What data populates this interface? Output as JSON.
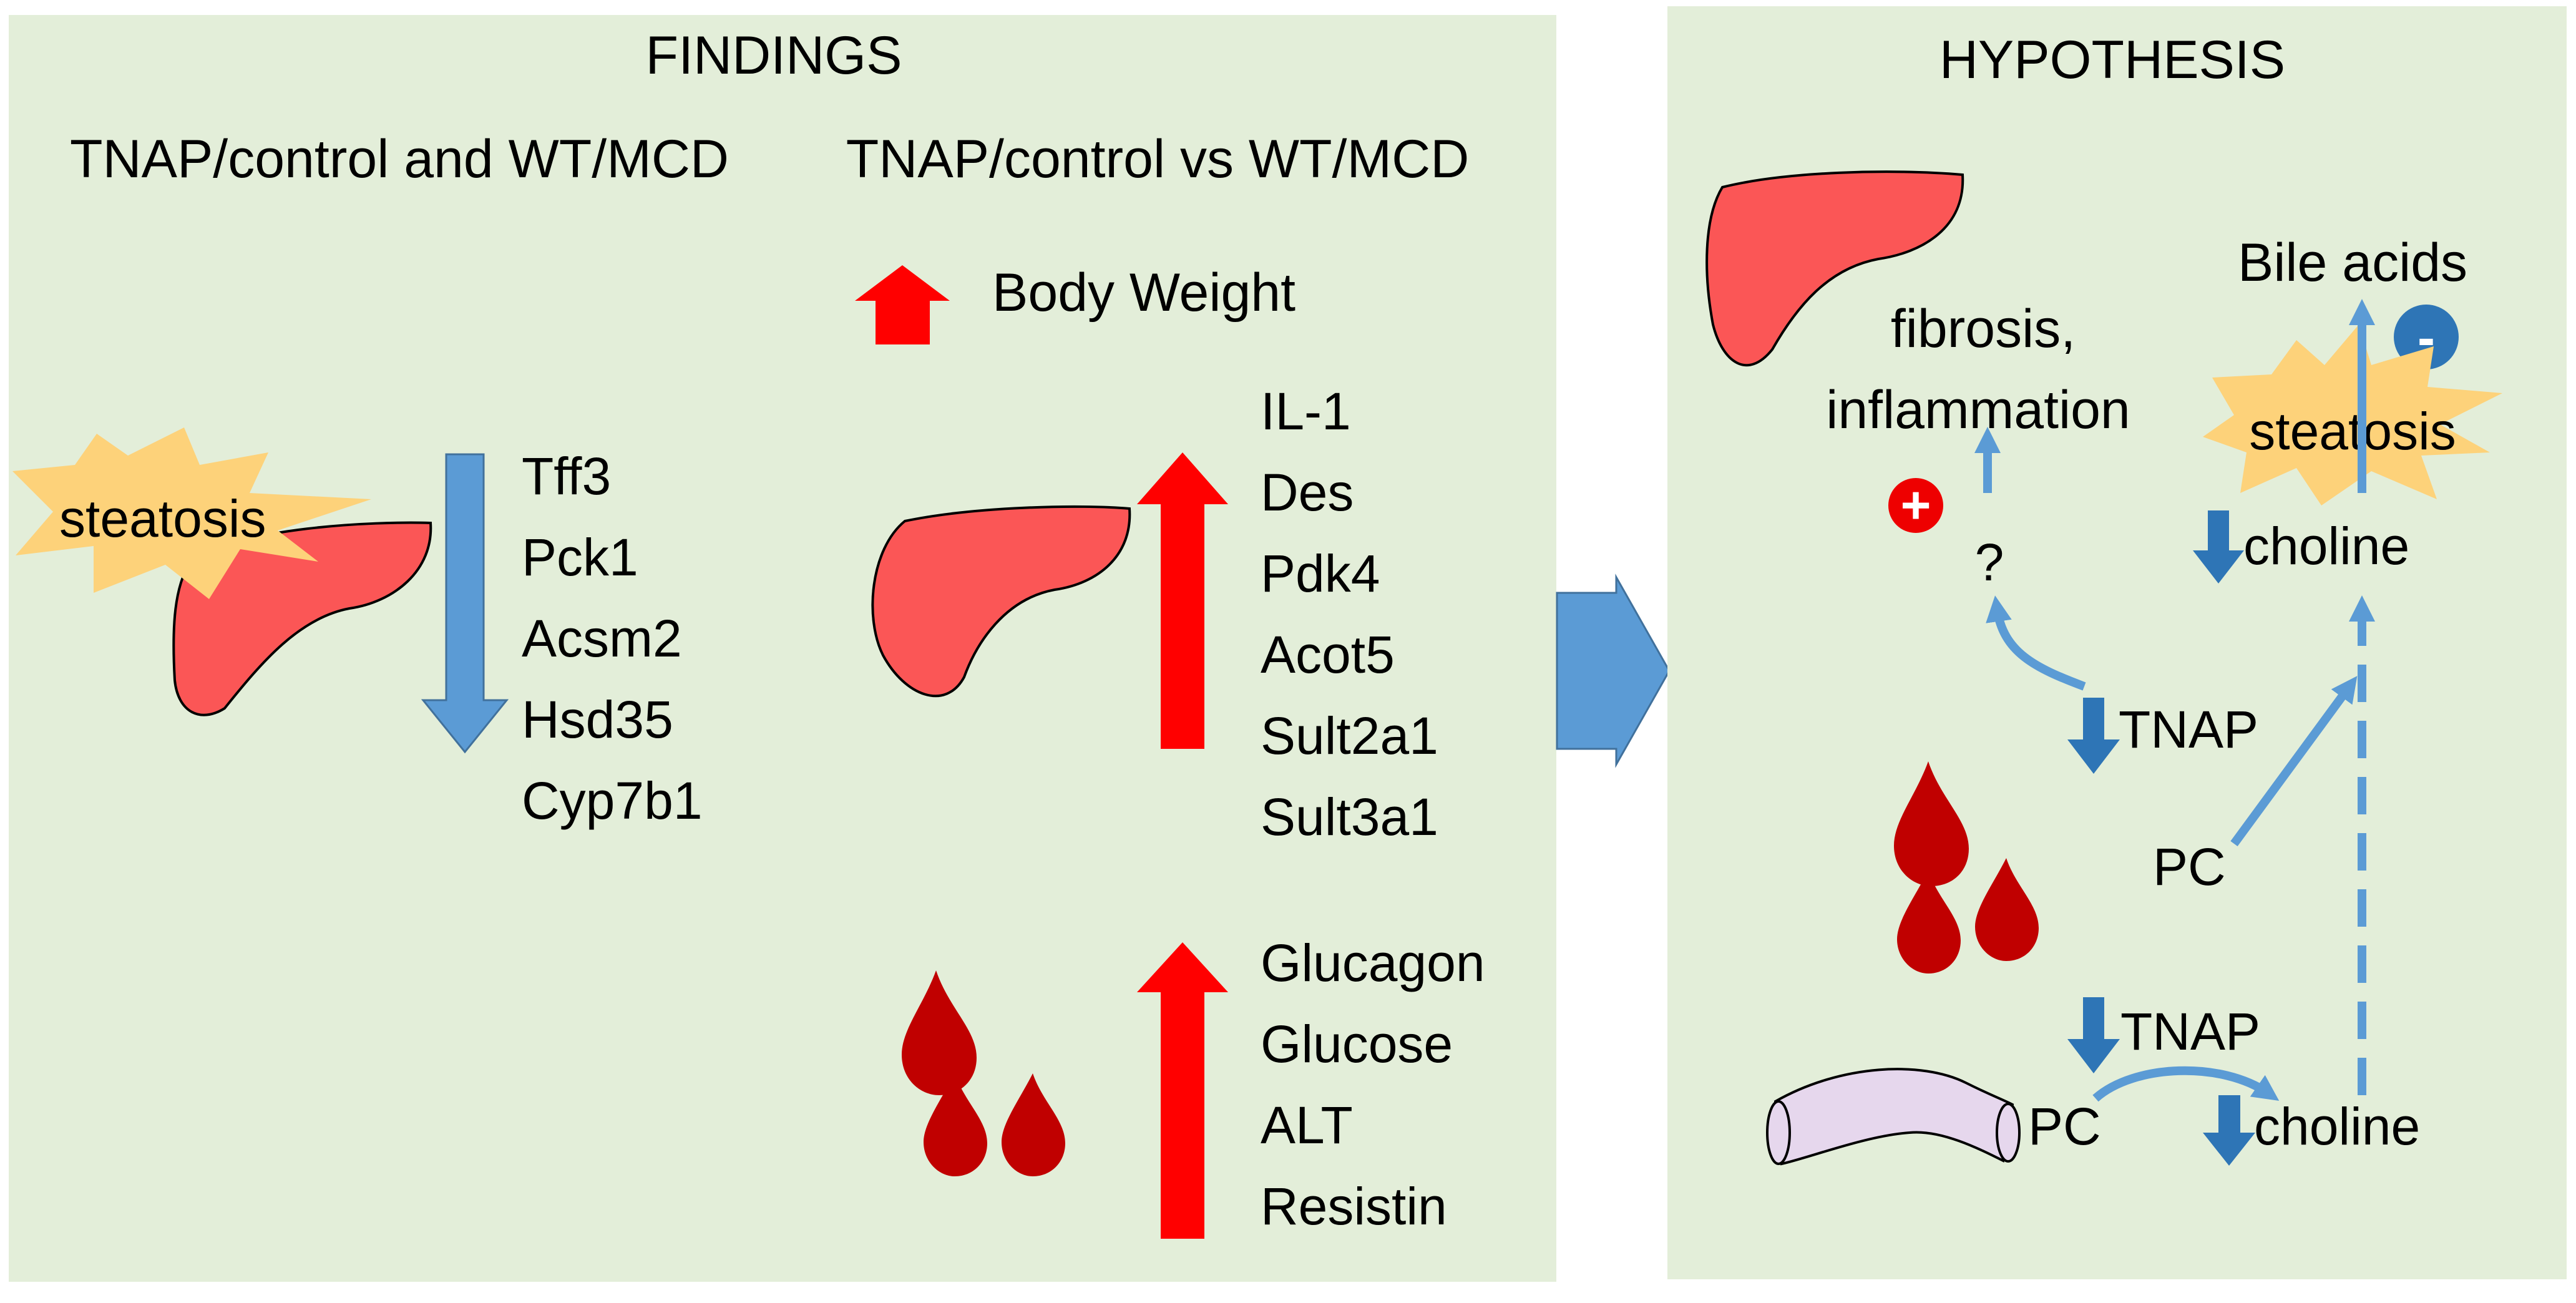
{
  "findings": {
    "title": "FINDINGS",
    "col1_header": "TNAP/control and WT/MCD",
    "col2_header": "TNAP/control vs WT/MCD",
    "steatosis_label": "steatosis",
    "body_weight_label": "Body Weight",
    "down_genes": [
      "Tff3",
      "Pck1",
      "Acsm2",
      "Hsd35",
      "Cyp7b1"
    ],
    "liver_up_genes": [
      "IL-1",
      "Des",
      "Pdk4",
      "Acot5",
      "Sult2a1",
      "Sult3a1"
    ],
    "blood_up_markers": [
      "Glucagon",
      "Glucose",
      "ALT",
      "Resistin"
    ]
  },
  "hypothesis": {
    "title": "HYPOTHESIS",
    "bile_acids": "Bile acids",
    "minus_sign": "-",
    "fibrosis_line1": "fibrosis,",
    "fibrosis_line2": "inflammation",
    "steatosis_label": "steatosis",
    "plus_sign": "+",
    "question_mark": "?",
    "choline_liver": "choline",
    "tnap_liver": "TNAP",
    "pc_blood": "PC",
    "tnap_gut": "TNAP",
    "pc_gut": "PC",
    "choline_gut": "choline"
  },
  "colors": {
    "panel_bg": "#e3eed9",
    "liver_fill": "#fb5656",
    "blood_fill": "#c00000",
    "up_arrow_red": "#ff0000",
    "down_arrow_blue": "#5b9bd5",
    "dark_blue_arrow": "#2e75b6",
    "pathway_arrow": "#5b9bd5",
    "burst_fill": "#fdd27a",
    "plus_badge": "#ee0000",
    "minus_badge": "#2e75b6",
    "intestine_fill": "#e6d7ed"
  }
}
